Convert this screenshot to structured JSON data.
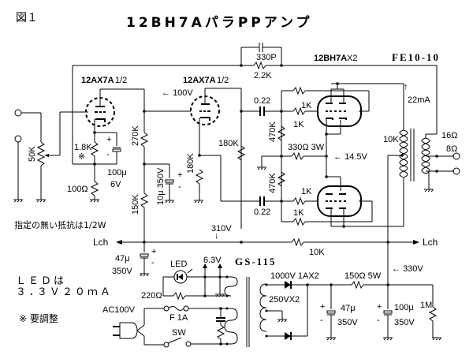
{
  "figure_label": "図１",
  "title": "12BH7AパラPPアンプ",
  "tubes": {
    "v1": "12AX7A",
    "v1_suffix": "1/2",
    "v2": "12AX7A",
    "v2_suffix": "1/2",
    "output": "12BH7A",
    "output_suffix": "X2"
  },
  "transformer_output": "FE10-10",
  "transformer_power": "GS-115",
  "components": {
    "vol": "50K",
    "rk1": "1.8K",
    "rk1_mark": "※",
    "rk1b": "100Ω",
    "ck1": "100μ",
    "ck1_v": "6V",
    "rp1": "270K",
    "rdec": "150K",
    "cdec": "10μ 350V",
    "rk2": "180K",
    "rp2": "180K",
    "cc1": "0.22",
    "cc2": "0.22",
    "rg1": "470K",
    "rg2": "470K",
    "rgs1": "1K",
    "rgs2": "1K",
    "rgs3": "1K",
    "rgs4": "1K",
    "rk_out": "330Ω 3W",
    "nfb_c": "330P",
    "nfb_r": "2.2K",
    "ot_primary": "10K",
    "ot_16": "16Ω",
    "ot_8": "8Ω",
    "r_drop": "10K",
    "c_lch": "47μ",
    "c_lch_v": "350V",
    "led": "LED",
    "r_led": "220Ω",
    "heater": "6.3V",
    "ac": "AC100V",
    "fuse": "F 1A",
    "sw": "SW",
    "diode": "1000V 1AX2",
    "secondary": "250VX2",
    "r_filter": "150Ω 5W",
    "c_f1": "47μ",
    "c_f1_v": "350V",
    "c_f2": "100μ",
    "c_f2_v": "350V",
    "r_bleed": "1M"
  },
  "voltages": {
    "v1_plate": "100V",
    "cathode_out": "14.5V",
    "current": "22mA",
    "b_310": "310V",
    "b_330": "330V"
  },
  "labels": {
    "lch_left": "Lch",
    "lch_right": "Lch",
    "note_resistors": "指定の無い抵抗は1/2W",
    "note_led_1": "ＬＥＤは",
    "note_led_2": "３.３Ｖ２０ｍＡ",
    "note_adjust": "※ 要調整",
    "plus": "+",
    "minus": "-"
  }
}
